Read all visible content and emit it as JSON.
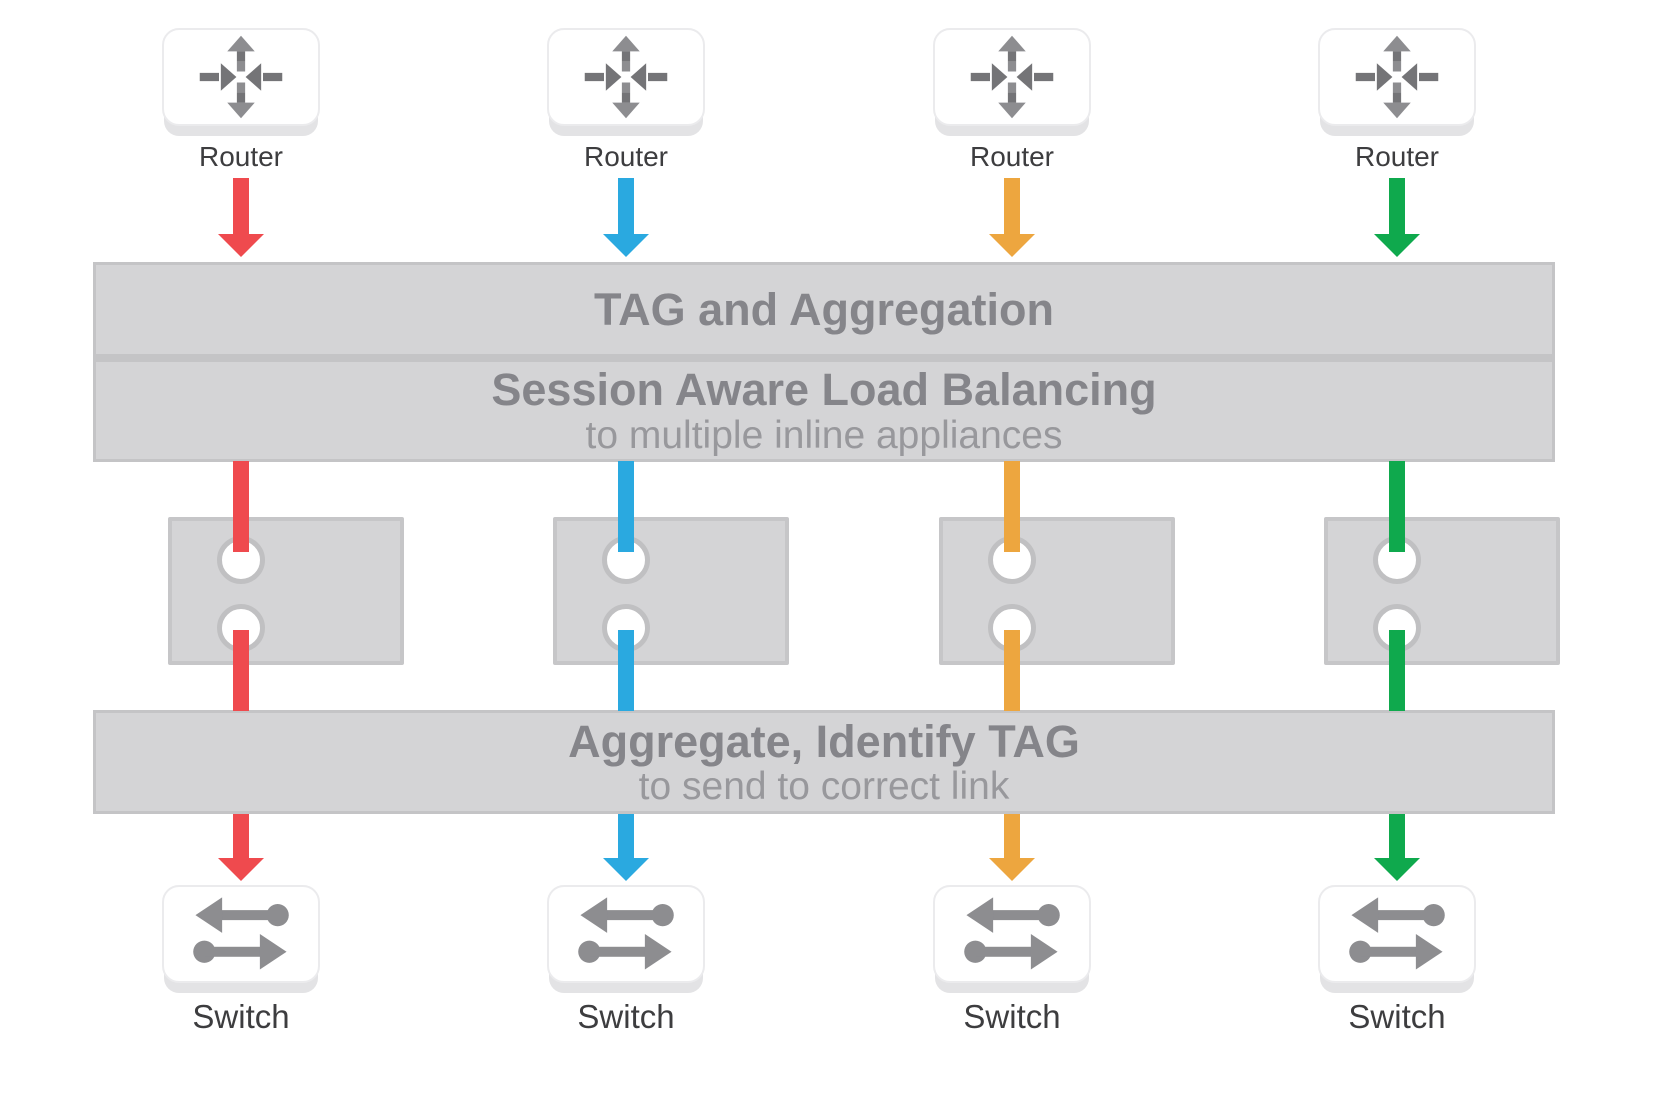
{
  "bands": {
    "tag_aggregation": {
      "title": "TAG and Aggregation"
    },
    "load_balancing": {
      "title": "Session Aware Load Balancing",
      "subtitle": "to multiple inline appliances"
    },
    "aggregate_identify": {
      "title": "Aggregate, Identify TAG",
      "subtitle": "to send to correct link"
    }
  },
  "lanes": [
    {
      "router_label": "Router",
      "switch_label": "Switch",
      "color": "#ef4a4e"
    },
    {
      "router_label": "Router",
      "switch_label": "Switch",
      "color": "#2aa9e0"
    },
    {
      "router_label": "Router",
      "switch_label": "Switch",
      "color": "#eda63f"
    },
    {
      "router_label": "Router",
      "switch_label": "Switch",
      "color": "#0fa94d"
    }
  ],
  "colors": {
    "band_fill": "#d4d4d6",
    "band_border": "#c4c4c6",
    "appliance_fill": "#d4d4d6",
    "appliance_border": "#c6c6c8",
    "port_ring": "#c0c0c2",
    "title_text": "#85858a",
    "subtitle_text": "#98989c",
    "node_label_text": "#3d3d3f",
    "icon_gray": "#8d8d90",
    "icon_gray_dark": "#747477",
    "card_shadow": "#e3e3e5"
  }
}
